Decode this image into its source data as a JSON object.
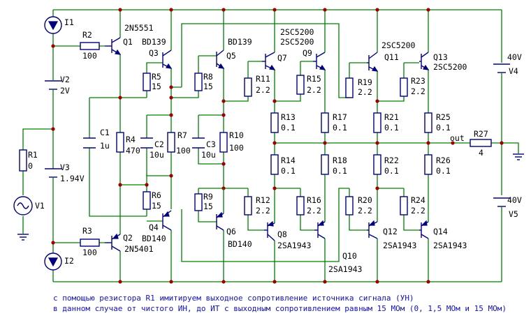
{
  "components": [
    {
      "id": "I1",
      "label": "I1"
    },
    {
      "id": "I2",
      "label": "I2"
    },
    {
      "id": "R2",
      "label": "R2",
      "value": "100"
    },
    {
      "id": "Q1",
      "label": "Q1",
      "part": "2N5551"
    },
    {
      "id": "Q2",
      "label": "Q2",
      "part": "2N5401"
    },
    {
      "id": "R3",
      "label": "R3",
      "value": "100"
    },
    {
      "id": "V2",
      "label": "V2",
      "value": "2V"
    },
    {
      "id": "V3",
      "label": "V3",
      "value": "1.94V"
    },
    {
      "id": "R1",
      "label": "R1",
      "value": "0"
    },
    {
      "id": "V1",
      "label": "V1"
    },
    {
      "id": "C1",
      "label": "C1",
      "value": "1u"
    },
    {
      "id": "R4",
      "label": "R4",
      "value": "470"
    },
    {
      "id": "Q3",
      "label": "Q3",
      "part": "BD139"
    },
    {
      "id": "Q4",
      "label": "Q4",
      "part": "BD140"
    },
    {
      "id": "R5",
      "label": "R5",
      "value": "15"
    },
    {
      "id": "R6",
      "label": "R6",
      "value": "15"
    },
    {
      "id": "C2",
      "label": "C2",
      "value": "10u"
    },
    {
      "id": "R7",
      "label": "R7",
      "value": "100"
    },
    {
      "id": "Q5",
      "label": "Q5",
      "part": "BD139"
    },
    {
      "id": "Q6",
      "label": "Q6",
      "part": "BD140"
    },
    {
      "id": "R8",
      "label": "R8",
      "value": "15"
    },
    {
      "id": "R9",
      "label": "R9",
      "value": "15"
    },
    {
      "id": "C3",
      "label": "C3",
      "value": "10u"
    },
    {
      "id": "R10",
      "label": "R10",
      "value": "100"
    },
    {
      "id": "Q7",
      "label": "Q7",
      "part": "2SC5200"
    },
    {
      "id": "Q8",
      "label": "Q8",
      "part": "2SA1943"
    },
    {
      "id": "R11",
      "label": "R11",
      "value": "2.2"
    },
    {
      "id": "R12",
      "label": "R12",
      "value": "2.2"
    },
    {
      "id": "R13",
      "label": "R13",
      "value": "0.1"
    },
    {
      "id": "R14",
      "label": "R14",
      "value": "0.1"
    },
    {
      "id": "Q9",
      "label": "Q9",
      "part": "2SC5200"
    },
    {
      "id": "Q10",
      "label": "Q10",
      "part": "2SA1943"
    },
    {
      "id": "R15",
      "label": "R15",
      "value": "2.2"
    },
    {
      "id": "R16",
      "label": "R16",
      "value": "2.2"
    },
    {
      "id": "R17",
      "label": "R17",
      "value": "0.1"
    },
    {
      "id": "R18",
      "label": "R18",
      "value": "0.1"
    },
    {
      "id": "Q11",
      "label": "Q11",
      "part": "2SC5200"
    },
    {
      "id": "Q12",
      "label": "Q12",
      "part": "2SA1943"
    },
    {
      "id": "R19",
      "label": "R19",
      "value": "2.2"
    },
    {
      "id": "R20",
      "label": "R20",
      "value": "2.2"
    },
    {
      "id": "R21",
      "label": "R21",
      "value": "0.1"
    },
    {
      "id": "R22",
      "label": "R22",
      "value": "0.1"
    },
    {
      "id": "Q13",
      "label": "Q13",
      "part": "2SC5200"
    },
    {
      "id": "Q14",
      "label": "Q14",
      "part": "2SA1943"
    },
    {
      "id": "R23",
      "label": "R23",
      "value": "2.2"
    },
    {
      "id": "R24",
      "label": "R24",
      "value": "2.2"
    },
    {
      "id": "R25",
      "label": "R25",
      "value": "0.1"
    },
    {
      "id": "R26",
      "label": "R26",
      "value": "0.1"
    },
    {
      "id": "R27",
      "label": "R27",
      "value": "4"
    },
    {
      "id": "V4",
      "label": "V4",
      "value": "40V"
    },
    {
      "id": "V5",
      "label": "V5",
      "value": "40V"
    }
  ],
  "net_labels": {
    "out": "out"
  },
  "notes": [
    "с помощью резистора R1 имитируем выходное сопротивление источника сигнала (УН)",
    "в данном случае от чистого ИН, до ИТ с выходным сопротивлением равным 15 МОм (0, 1,5 МОм и 15 МОм)"
  ],
  "colors": {
    "wire": "#008000",
    "component": "#000080",
    "junction": "#a00000",
    "note": "#1010c0"
  }
}
